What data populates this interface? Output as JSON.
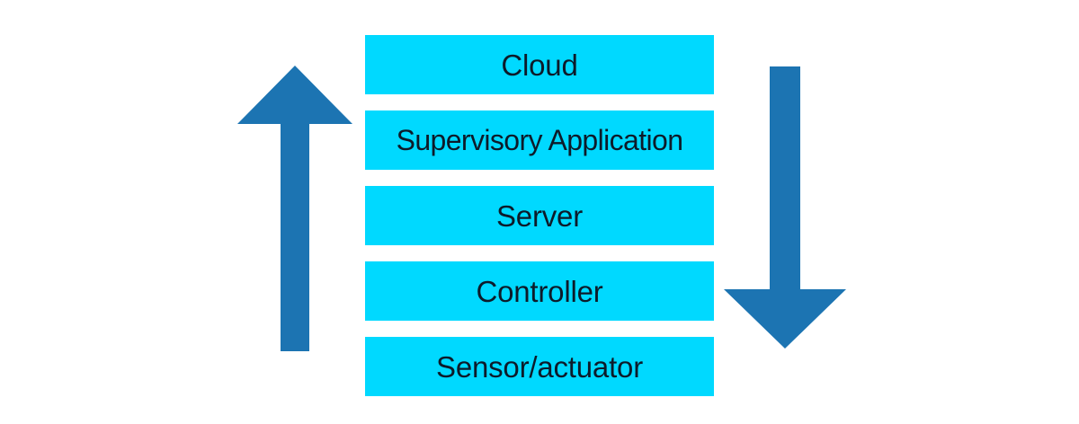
{
  "diagram": {
    "title": "IoT layered architecture stack with bidirectional data flow arrows",
    "background_color": "#ffffff",
    "bar_color": "#00d9ff",
    "bar_text_color": "#0d1b2a",
    "arrow_color": "#1c74b2",
    "layers": [
      {
        "label": "Cloud"
      },
      {
        "label": "Supervisory Application"
      },
      {
        "label": "Server"
      },
      {
        "label": "Controller"
      },
      {
        "label": "Sensor/actuator"
      }
    ],
    "arrows": [
      {
        "name": "up-arrow",
        "direction": "up",
        "side": "left",
        "color": "#1c74b2"
      },
      {
        "name": "down-arrow",
        "direction": "down",
        "side": "right",
        "color": "#1c74b2"
      }
    ]
  }
}
